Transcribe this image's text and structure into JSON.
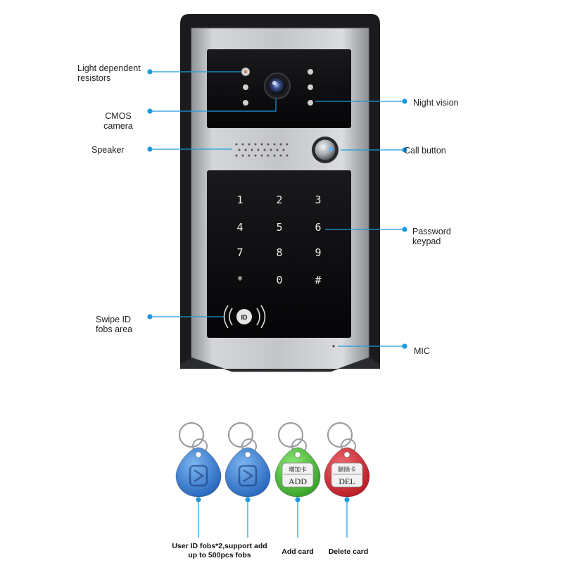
{
  "callouts": {
    "ldr": "Light dependent\nresistors",
    "cmos": "CMOS\ncamera",
    "speaker": "Speaker",
    "swipe": "Swipe ID\nfobs area",
    "night_vision": "Night vision",
    "call_button": "Call button",
    "keypad": "Password\nkeypad",
    "mic": "MIC"
  },
  "keypad_keys": [
    "1",
    "2",
    "3",
    "4",
    "5",
    "6",
    "7",
    "8",
    "9",
    "*",
    "0",
    "#"
  ],
  "rfid_logo": "ID",
  "fobs": [
    {
      "color": "#3a7fd0",
      "top_text": "",
      "bottom_text": ""
    },
    {
      "color": "#3a7fd0",
      "top_text": "",
      "bottom_text": ""
    },
    {
      "color": "#4cc238",
      "top_text": "增加卡",
      "bottom_text": "ADD"
    },
    {
      "color": "#d8262f",
      "top_text": "删除卡",
      "bottom_text": "DEL"
    }
  ],
  "captions": {
    "user_fobs": "User ID fobs*2,support add\nup to 500pcs fobs",
    "add_card": "Add card",
    "delete_card": "Delete card"
  },
  "colors": {
    "callout_line": "#1a9be0",
    "panel_metal": "#c9cbce",
    "panel_dark": "#0c0c0e",
    "frame": "#1b1b1d"
  }
}
